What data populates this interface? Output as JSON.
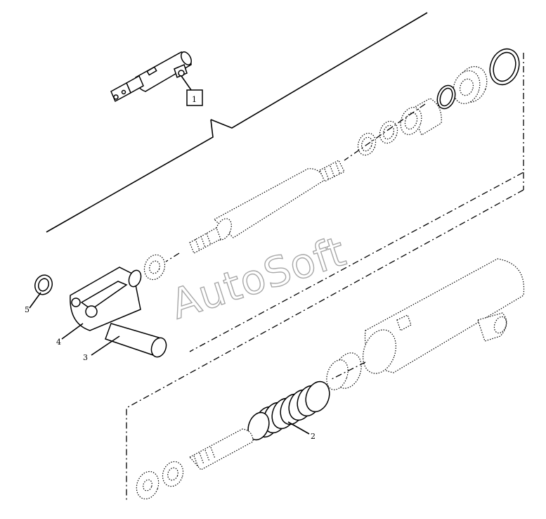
{
  "watermark": "AutoSoft",
  "callouts": [
    {
      "id": "callout-1",
      "text": "1"
    },
    {
      "id": "callout-2",
      "text": "2"
    },
    {
      "id": "callout-3",
      "text": "3"
    },
    {
      "id": "callout-4",
      "text": "4"
    },
    {
      "id": "callout-5",
      "text": "5"
    }
  ]
}
